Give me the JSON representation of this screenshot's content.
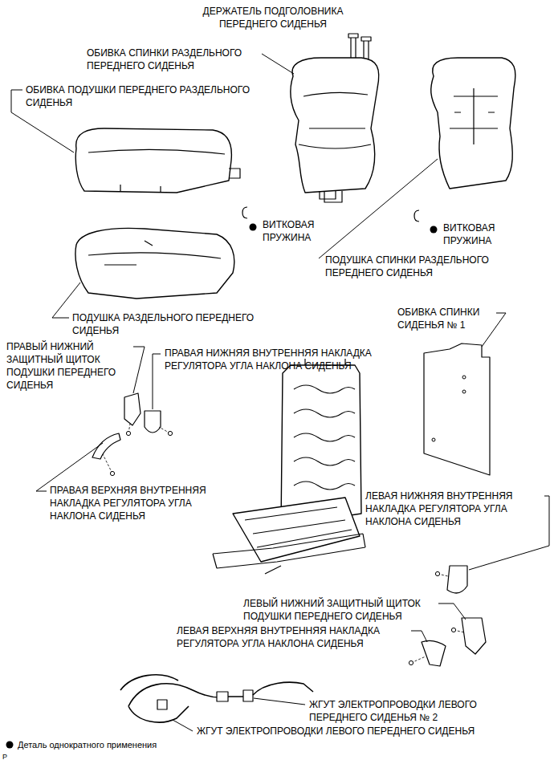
{
  "diagram": {
    "labels": [
      "ДЕРЖАТЕЛЬ ПОДГОЛОВНИКА ПЕРЕДНЕГО СИДЕНЬЯ",
      "ОБИВКА СПИНКИ РАЗДЕЛЬНОГО ПЕРЕДНЕГО СИДЕНЬЯ",
      "ОБИВКА ПОДУШКИ ПЕРЕДНЕГО РАЗДЕЛЬНОГО СИДЕНЬЯ",
      "ВИТКОВАЯ ПРУЖИНА",
      "ВИТКОВАЯ ПРУЖИНА",
      "ПОДУШКА СПИНКИ РАЗДЕЛЬНОГО ПЕРЕДНЕГО СИДЕНЬЯ",
      "ПОДУШКА РАЗДЕЛЬНОГО ПЕРЕДНЕГО СИДЕНЬЯ",
      "ОБИВКА СПИНКИ СИДЕНЬЯ № 1",
      "ПРАВЫЙ НИЖНИЙ ЗАЩИТНЫЙ ЩИТОК ПОДУШКИ ПЕРЕДНЕГО СИДЕНЬЯ",
      "ПРАВАЯ НИЖНЯЯ ВНУТРЕННЯЯ НАКЛАДКА РЕГУЛЯТОРА УГЛА НАКЛОНА СИДЕНЬЯ",
      "ПРАВАЯ ВЕРХНЯЯ ВНУТРЕННЯЯ НАКЛАДКА РЕГУЛЯТОРА УГЛА НАКЛОНА СИДЕНЬЯ",
      "ЛЕВАЯ НИЖНЯЯ ВНУТРЕННЯЯ НАКЛАДКА РЕГУЛЯТОРА УГЛА НАКЛОНА СИДЕНЬЯ",
      "ЛЕВЫЙ НИЖНИЙ ЗАЩИТНЫЙ ЩИТОК ПОДУШКИ ПЕРЕДНЕГО СИДЕНЬЯ",
      "ЛЕВАЯ ВЕРХНЯЯ ВНУТРЕННЯЯ НАКЛАДКА РЕГУЛЯТОРА УГЛА НАКЛОНА СИДЕНЬЯ",
      "ЖГУТ ЭЛЕКТРОПРОВОДКИ ЛЕВОГО ПЕРЕДНЕГО СИДЕНЬЯ № 2",
      "ЖГУТ ЭЛЕКТРОПРОВОДКИ ЛЕВОГО ПЕРЕДНЕГО СИДЕНЬЯ",
      "P"
    ],
    "legend": [
      {
        "text": "Деталь однократного применения"
      }
    ]
  }
}
